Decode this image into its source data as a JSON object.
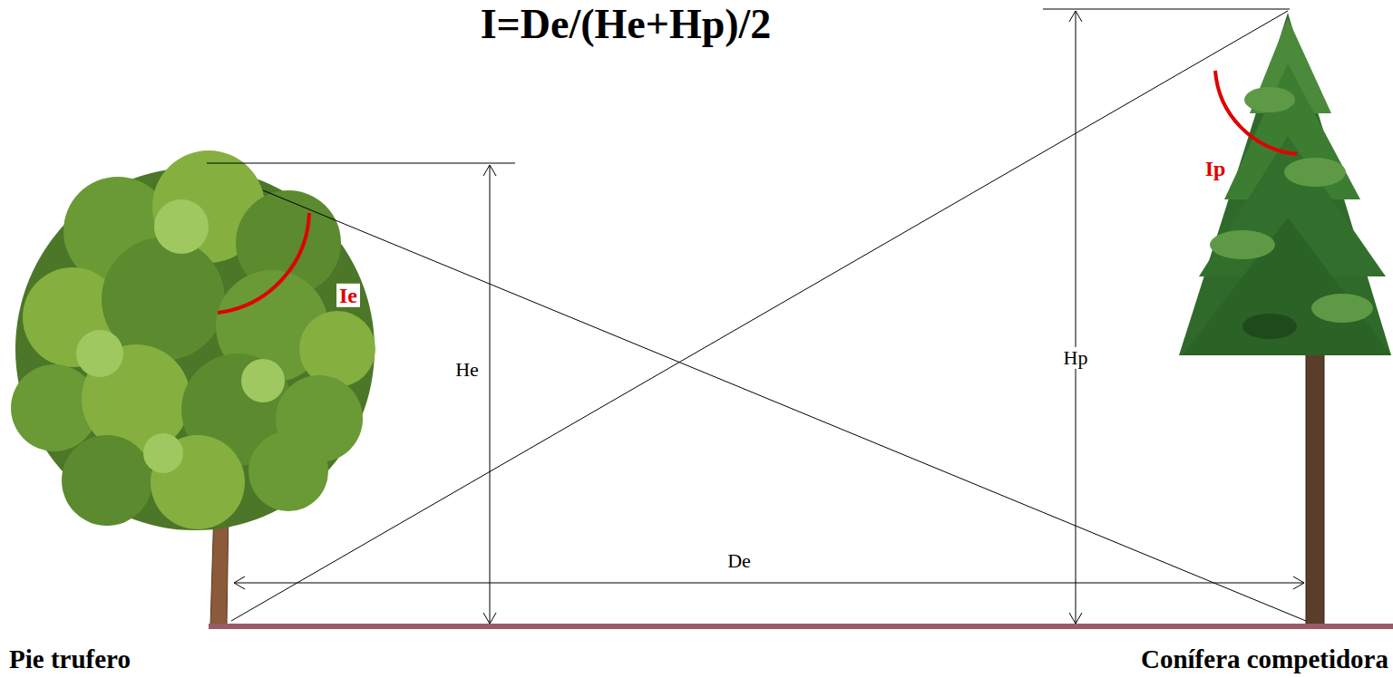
{
  "diagram": {
    "title": "I=De/(He+Hp)/2",
    "labels": [
      "Ie",
      "He",
      "Hp",
      "Ip",
      "De",
      "Pie trufero",
      "Conífera competidora"
    ]
  }
}
